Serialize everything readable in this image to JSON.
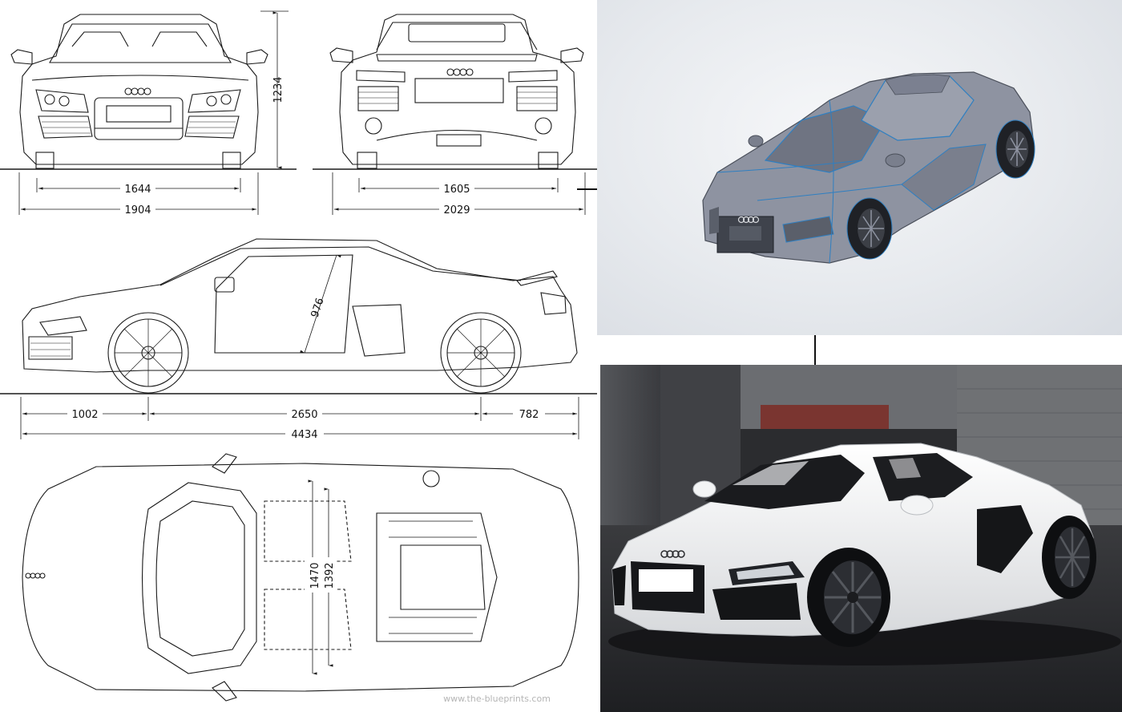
{
  "dimensions": {
    "front_track": "1644",
    "front_width": "1904",
    "height": "1234",
    "rear_track": "1605",
    "rear_width": "2029",
    "front_overhang": "1002",
    "wheelbase": "2650",
    "rear_overhang": "782",
    "length": "4434",
    "interior_height": "976",
    "interior_width_a": "1470",
    "interior_width_b": "1392"
  },
  "watermark": "www.the-blueprints.com",
  "colors": {
    "line": "#1a1a1a",
    "cad_body": "#8e93a1",
    "cad_edge": "#2f7fc1",
    "render_body": "#f2f3f4",
    "render_bg": "#2b2c2f"
  },
  "icons": [
    "arrow-right-icon",
    "arrow-down-icon"
  ]
}
